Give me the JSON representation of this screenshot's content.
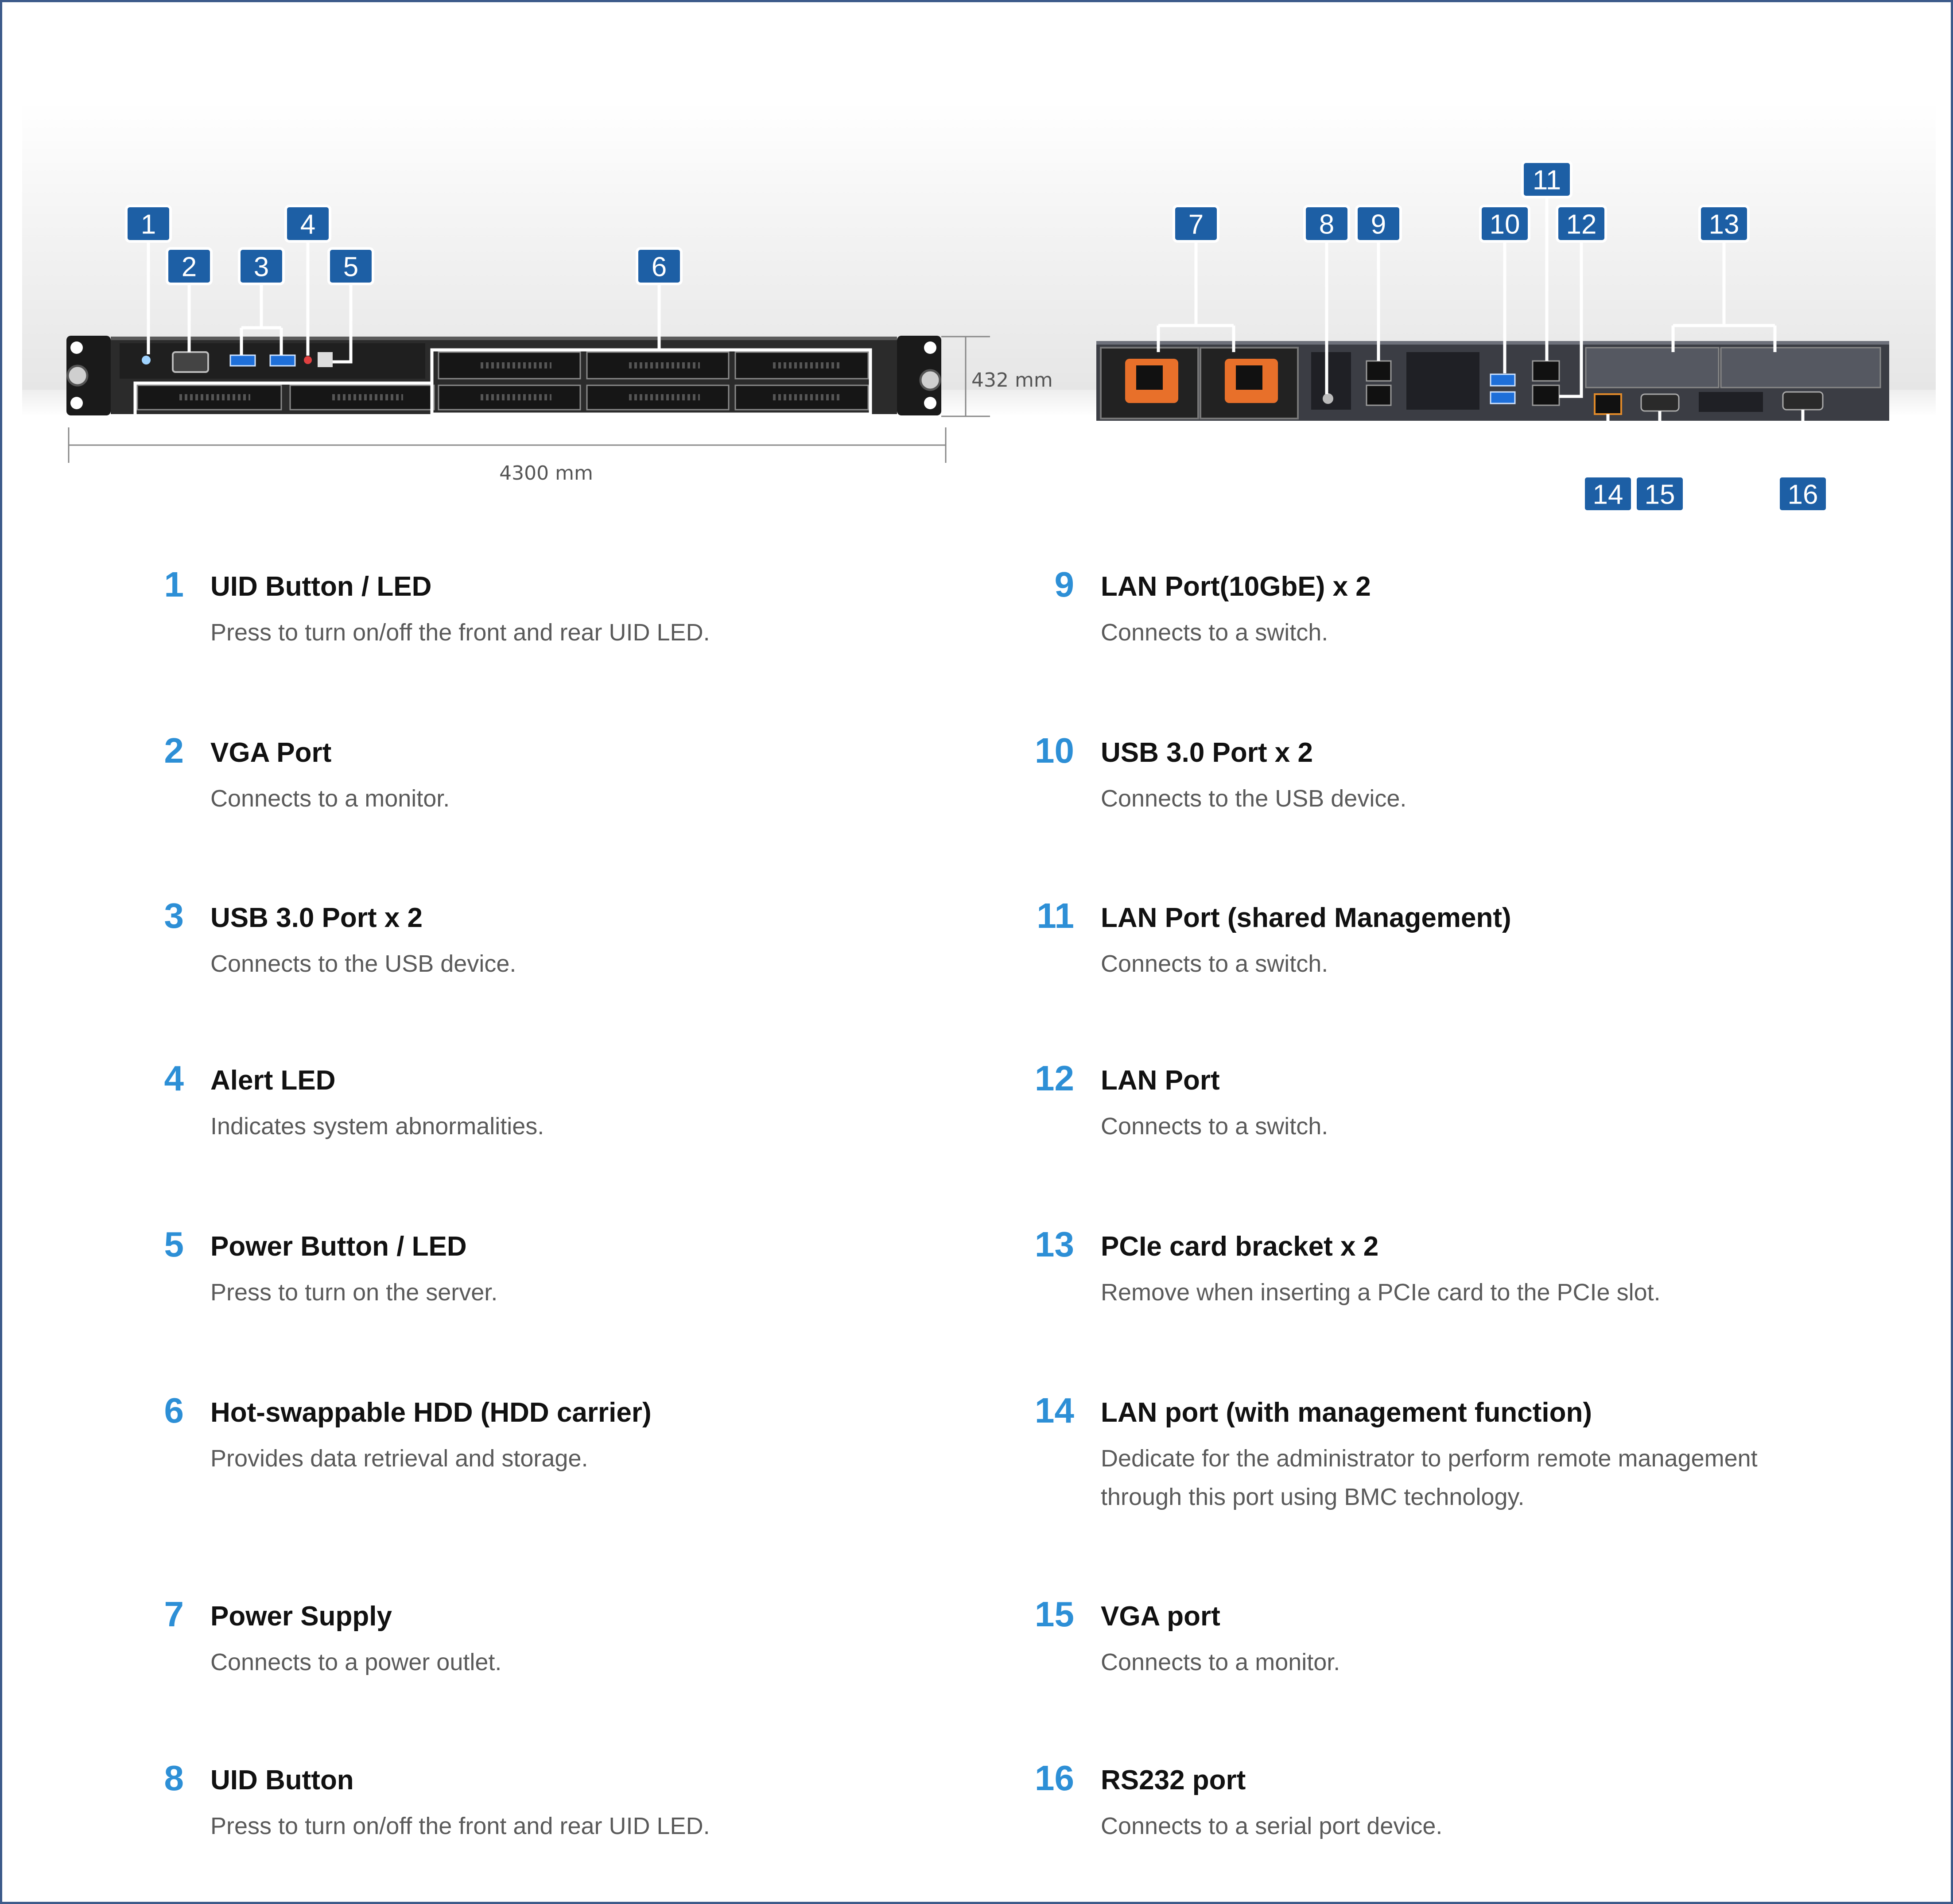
{
  "front_view": {
    "width_dimension": "4300 mm",
    "height_dimension": "432 mm",
    "callouts": [
      "1",
      "2",
      "3",
      "4",
      "5",
      "6"
    ]
  },
  "rear_view": {
    "callouts": [
      "7",
      "8",
      "9",
      "10",
      "11",
      "12",
      "13",
      "14",
      "15",
      "16"
    ]
  },
  "legend": [
    {
      "number": "1",
      "title": "UID Button / LED",
      "description": "Press to turn on/off the front and rear UID LED."
    },
    {
      "number": "2",
      "title": "VGA Port",
      "description": "Connects to a monitor."
    },
    {
      "number": "3",
      "title": "USB 3.0 Port x 2",
      "description": "Connects to the USB device."
    },
    {
      "number": "4",
      "title": "Alert LED",
      "description": "Indicates system abnormalities."
    },
    {
      "number": "5",
      "title": "Power Button / LED",
      "description": "Press to turn on the server."
    },
    {
      "number": "6",
      "title": "Hot-swappable HDD (HDD carrier)",
      "description": "Provides data retrieval and storage."
    },
    {
      "number": "7",
      "title": "Power Supply",
      "description": "Connects to a power outlet."
    },
    {
      "number": "8",
      "title": "UID Button",
      "description": "Press to turn on/off the front and rear UID LED."
    },
    {
      "number": "9",
      "title": "LAN Port(10GbE) x 2",
      "description": "Connects to a switch."
    },
    {
      "number": "10",
      "title": "USB 3.0 Port x 2",
      "description": "Connects to the USB device."
    },
    {
      "number": "11",
      "title": "LAN Port (shared Management)",
      "description": "Connects to a switch."
    },
    {
      "number": "12",
      "title": "LAN Port",
      "description": "Connects to a switch."
    },
    {
      "number": "13",
      "title": "PCIe card bracket x 2",
      "description": "Remove when inserting a PCIe card to the PCIe slot."
    },
    {
      "number": "14",
      "title": "LAN port (with management function)",
      "description": "Dedicate for the administrator to perform remote management through this port using BMC technology."
    },
    {
      "number": "15",
      "title": "VGA port",
      "description": "Connects to a monitor."
    },
    {
      "number": "16",
      "title": "RS232 port",
      "description": "Connects to a serial port device."
    }
  ]
}
